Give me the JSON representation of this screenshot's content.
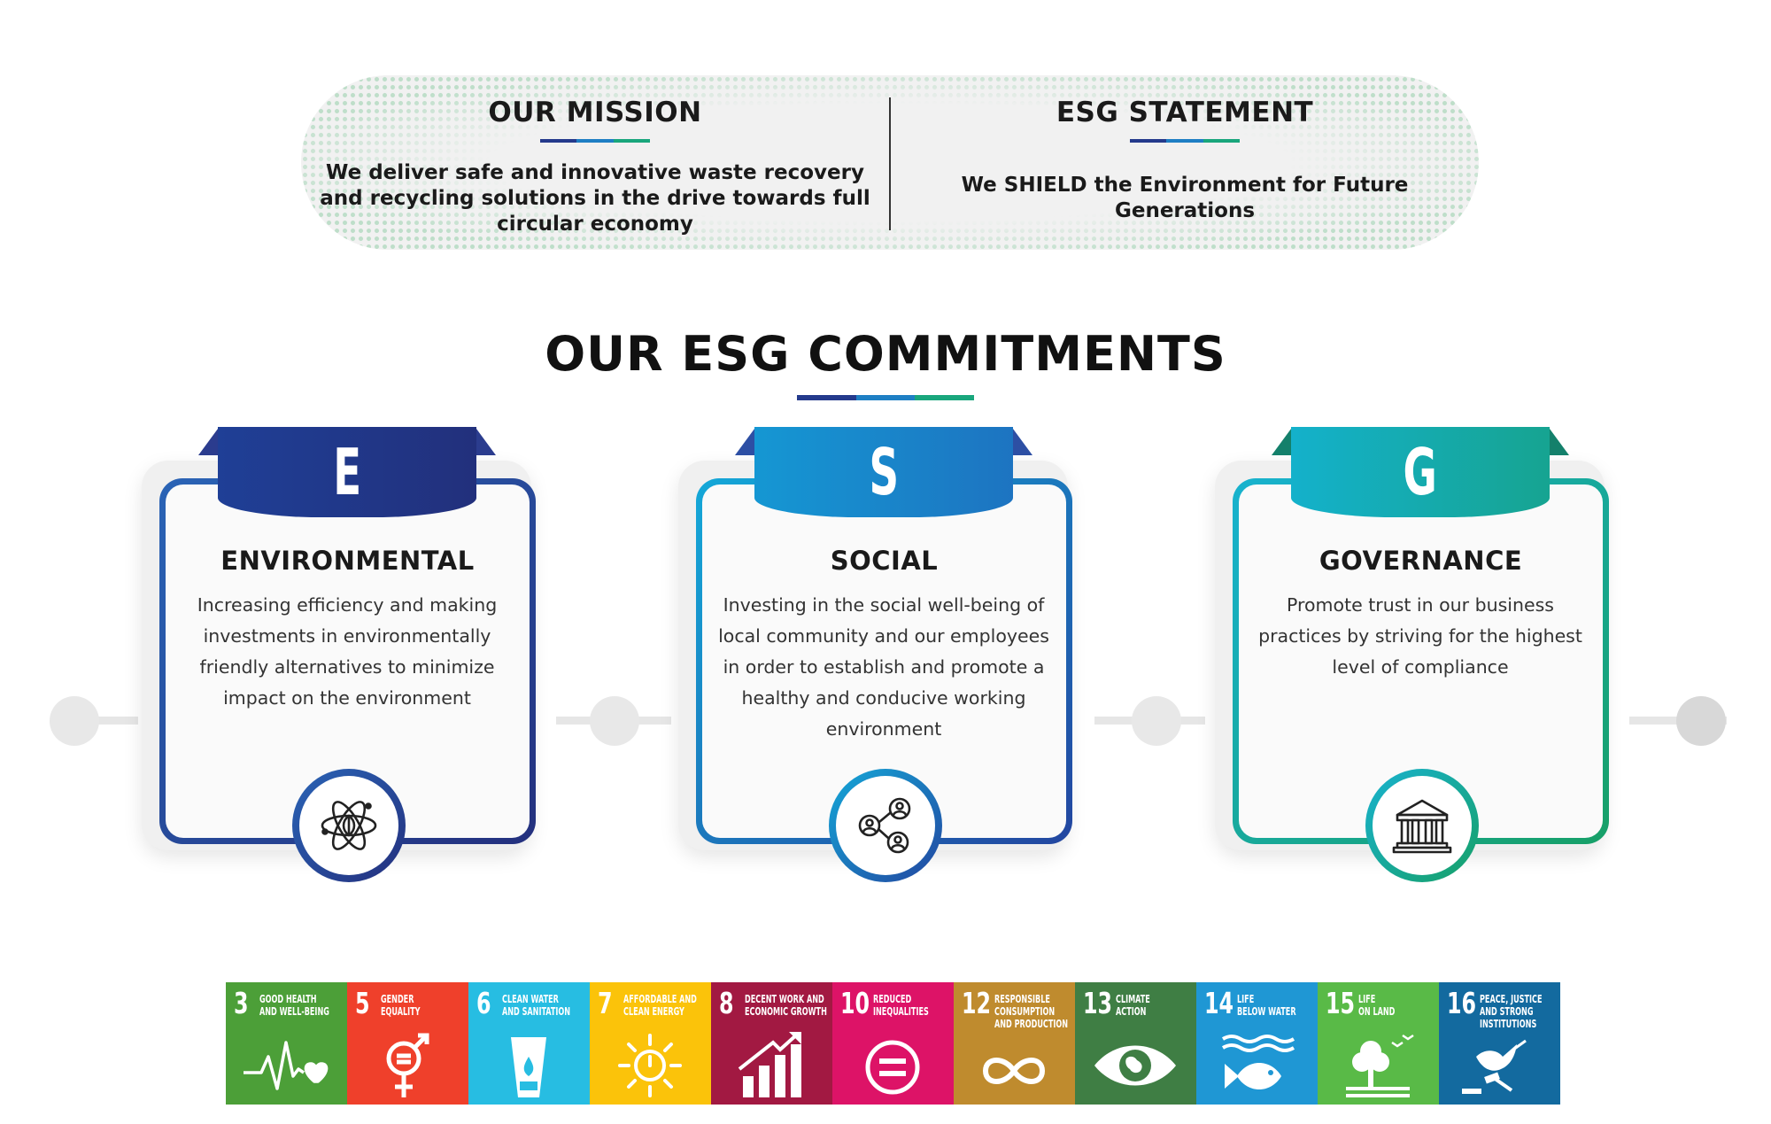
{
  "banner": {
    "mission_title": "OUR MISSION",
    "mission_text": "We deliver safe and innovative waste recovery and recycling solutions in the drive towards full circular economy",
    "statement_title": "ESG STATEMENT",
    "statement_text": "We SHIELD the Environment for Future Generations"
  },
  "main_title": "OUR ESG COMMITMENTS",
  "colors": {
    "navy": "#243a8c",
    "blue": "#1e7fc4",
    "green": "#19a67c"
  },
  "cards": [
    {
      "letter": "E",
      "title": "ENVIRONMENTAL",
      "text": "Increasing efficiency and making investments in environmentally friendly alternatives to minimize impact on the environment",
      "icon": "atom-leaf-icon"
    },
    {
      "letter": "S",
      "title": "SOCIAL",
      "text": "Investing in the social well-being of local community and our employees in order to establish and promote a healthy and conducive working environment",
      "icon": "people-network-icon"
    },
    {
      "letter": "G",
      "title": "GOVERNANCE",
      "text": "Promote trust in our business practices by striving for the highest level of compliance",
      "icon": "courthouse-icon"
    }
  ],
  "sdgs": [
    {
      "num": "3",
      "line1": "GOOD HEALTH",
      "line2": "AND WELL-BEING",
      "line3": "",
      "color": "#4c9f38",
      "icon": "heartbeat-icon"
    },
    {
      "num": "5",
      "line1": "GENDER",
      "line2": "EQUALITY",
      "line3": "",
      "color": "#ef402b",
      "icon": "gender-equality-icon"
    },
    {
      "num": "6",
      "line1": "CLEAN WATER",
      "line2": "AND SANITATION",
      "line3": "",
      "color": "#27bde2",
      "icon": "water-glass-icon"
    },
    {
      "num": "7",
      "line1": "AFFORDABLE AND",
      "line2": "CLEAN ENERGY",
      "line3": "",
      "color": "#fbc30a",
      "icon": "sun-power-icon"
    },
    {
      "num": "8",
      "line1": "DECENT WORK AND",
      "line2": "ECONOMIC GROWTH",
      "line3": "",
      "color": "#a21942",
      "icon": "growth-chart-icon"
    },
    {
      "num": "10",
      "line1": "REDUCED",
      "line2": "INEQUALITIES",
      "line3": "",
      "color": "#dd1367",
      "icon": "equal-sign-icon"
    },
    {
      "num": "12",
      "line1": "RESPONSIBLE",
      "line2": "CONSUMPTION",
      "line3": "AND PRODUCTION",
      "color": "#bf8b2e",
      "icon": "infinity-icon"
    },
    {
      "num": "13",
      "line1": "CLIMATE",
      "line2": "ACTION",
      "line3": "",
      "color": "#3f7e44",
      "icon": "earth-eye-icon"
    },
    {
      "num": "14",
      "line1": "LIFE",
      "line2": "BELOW WATER",
      "line3": "",
      "color": "#1f97d4",
      "icon": "fish-waves-icon"
    },
    {
      "num": "15",
      "line1": "LIFE",
      "line2": "ON LAND",
      "line3": "",
      "color": "#59ba47",
      "icon": "tree-birds-icon"
    },
    {
      "num": "16",
      "line1": "PEACE, JUSTICE",
      "line2": "AND STRONG",
      "line3": "INSTITUTIONS",
      "color": "#136a9f",
      "icon": "dove-gavel-icon"
    }
  ]
}
